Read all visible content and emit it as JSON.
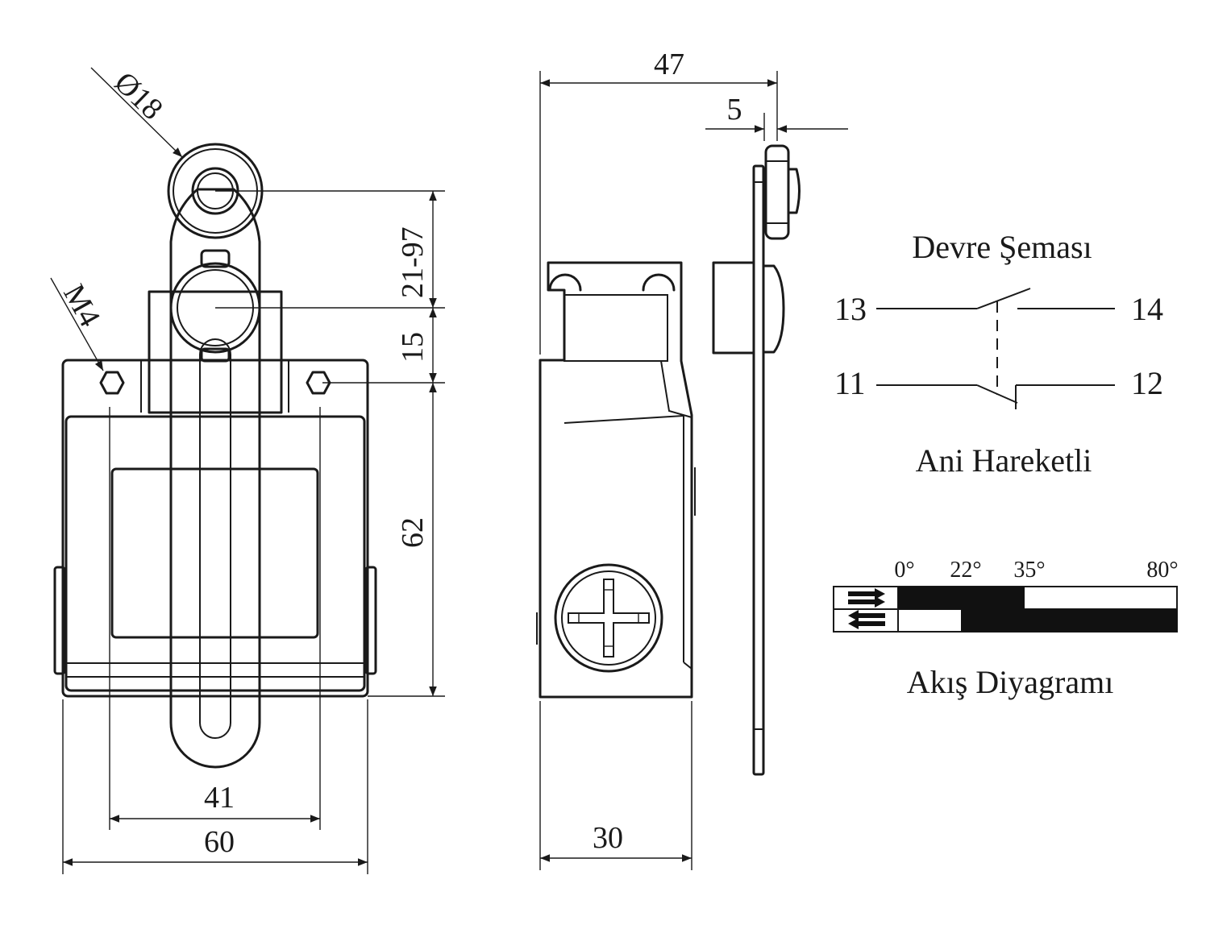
{
  "front_view": {
    "dim_roller_diameter": "Ø18",
    "dim_thread": "M4",
    "dim_arm_range": "21-97",
    "dim_15": "15",
    "dim_height": "62",
    "dim_hole_spacing": "41",
    "dim_width": "60"
  },
  "side_view": {
    "dim_total_depth": "47",
    "dim_roller_width": "5",
    "dim_body_depth": "30"
  },
  "circuit": {
    "title": "Devre Şeması",
    "subtitle": "Ani Hareketli",
    "terminals": [
      "13",
      "14",
      "11",
      "12"
    ]
  },
  "flow_diagram": {
    "title": "Akış Diyagramı",
    "angles": [
      "0°",
      "22°",
      "35°",
      "80°"
    ],
    "rows": [
      {
        "direction": "forward",
        "icon": "right-arrow-icon",
        "active_from_deg": 0,
        "active_to_deg": 35
      },
      {
        "direction": "return",
        "icon": "left-arrow-icon",
        "active_from_deg": 22,
        "active_to_deg": 80
      }
    ]
  }
}
